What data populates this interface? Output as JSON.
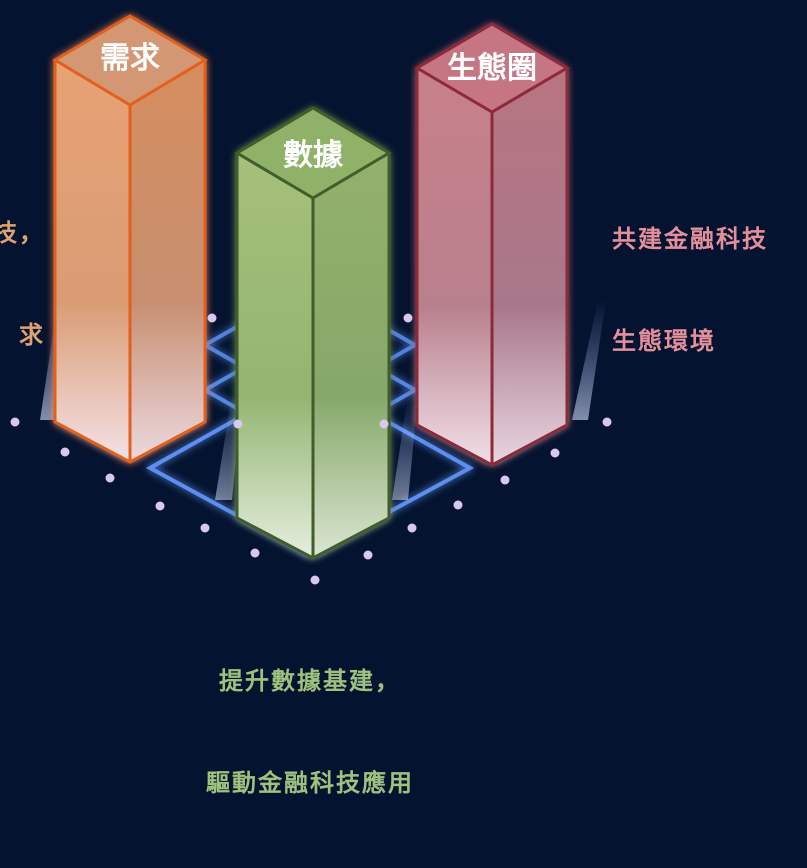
{
  "pillars": [
    {
      "id": "demand",
      "label": "需求",
      "color": "#f08a3a"
    },
    {
      "id": "data",
      "label": "數據",
      "color": "#9fc06d"
    },
    {
      "id": "ecosystem",
      "label": "生態圈",
      "color": "#d45a6a"
    }
  ],
  "captions": {
    "left_lines": [
      "技，",
      "求"
    ],
    "right_lines": [
      "共建金融科技",
      "生態環境"
    ],
    "bottom_lines": [
      "提升數據基建，",
      "驅動金融科技應用"
    ]
  },
  "colors": {
    "background": "#04132f",
    "grid_line": "#5b8ff0",
    "dots": "#d9c8ee"
  }
}
